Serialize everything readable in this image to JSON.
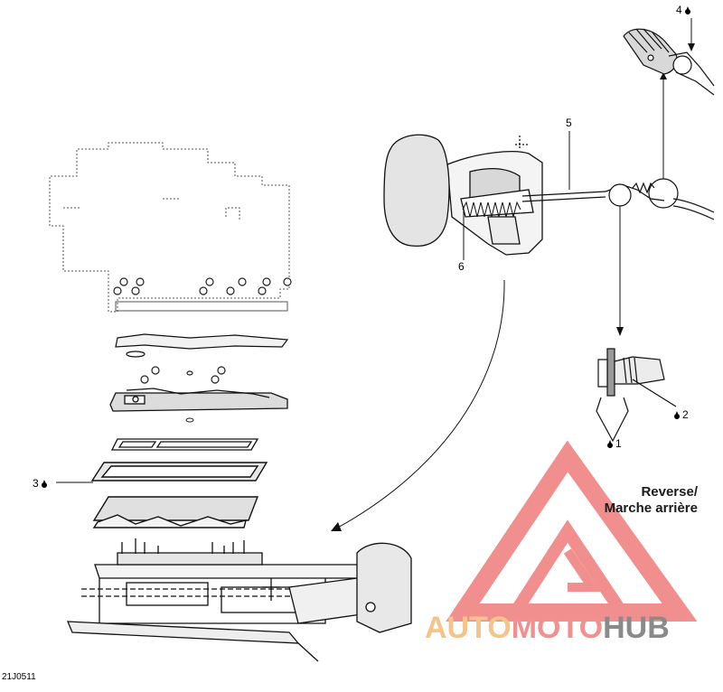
{
  "diagram": {
    "callouts": {
      "c1": "1",
      "c2": "2",
      "c3": "3",
      "c4": "4",
      "c5": "5",
      "c6": "6"
    },
    "reverse_label_line1": "Reverse/",
    "reverse_label_line2": "Marche arrière",
    "figure_code": "21J0511",
    "icon": "oil-drop-icon"
  },
  "watermark": {
    "part1": "AUTO",
    "part2": "MOTO",
    "part3": "HUB",
    "colors": {
      "auto": "#f5c489",
      "moto": "#f28f8f",
      "hub": "#8a8a8a",
      "logo": "#ef7b7b"
    }
  }
}
